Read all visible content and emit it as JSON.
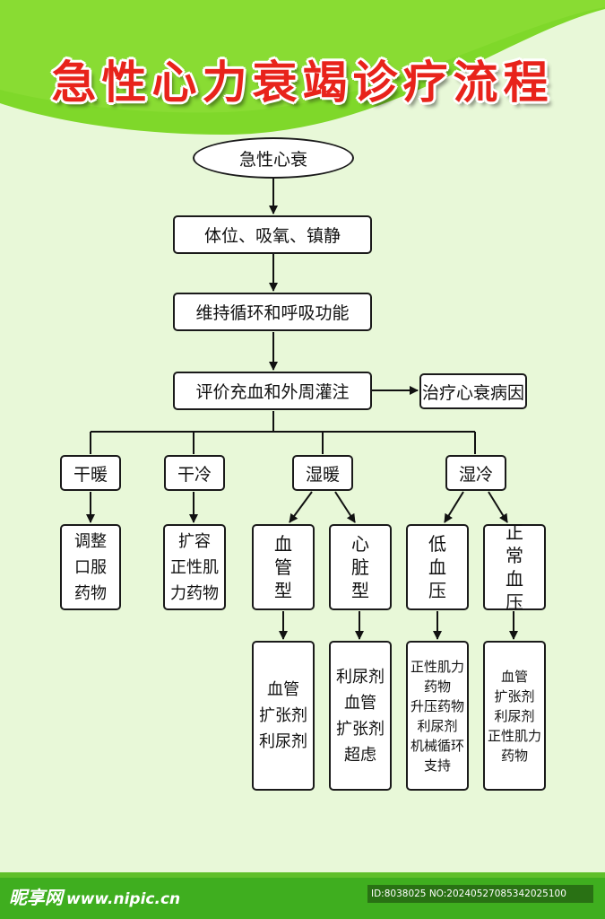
{
  "title": "急性心力衰竭诊疗流程",
  "nodes": {
    "start": "急性心衰",
    "step1": "体位、吸氧、镇静",
    "step2": "维持循环和呼吸功能",
    "step3": "评价充血和外周灌注",
    "side": "治疗心衰病因",
    "dry_warm": "干暖",
    "dry_cold": "干冷",
    "wet_warm": "湿暖",
    "wet_cold": "湿冷",
    "dw_action": "调整\n口服\n药物",
    "dc_action": "扩容\n正性肌\n力药物",
    "vascular": "血\n管\n型",
    "cardiac": "心\n脏\n型",
    "low_bp": "低\n血\n压",
    "normal_bp": "正\n常\n血\n压",
    "vascular_tx": "血管\n扩张剂\n利尿剂",
    "cardiac_tx": "利尿剂\n血管\n扩张剂\n超虑",
    "low_bp_tx": "正性肌力\n药物\n升压药物\n利尿剂\n机械循环\n支持",
    "normal_bp_tx": "血管\n扩张剂\n利尿剂\n正性肌力\n药物"
  },
  "watermark": {
    "brand": "昵享网",
    "url": "www.nipic.cn",
    "id_text": "ID:8038025 NO:20240527085342025100"
  },
  "colors": {
    "background": "#e8f8d8",
    "header_green": "#7fd82a",
    "title_red": "#e8231b",
    "footer_green": "#3fae1f"
  }
}
